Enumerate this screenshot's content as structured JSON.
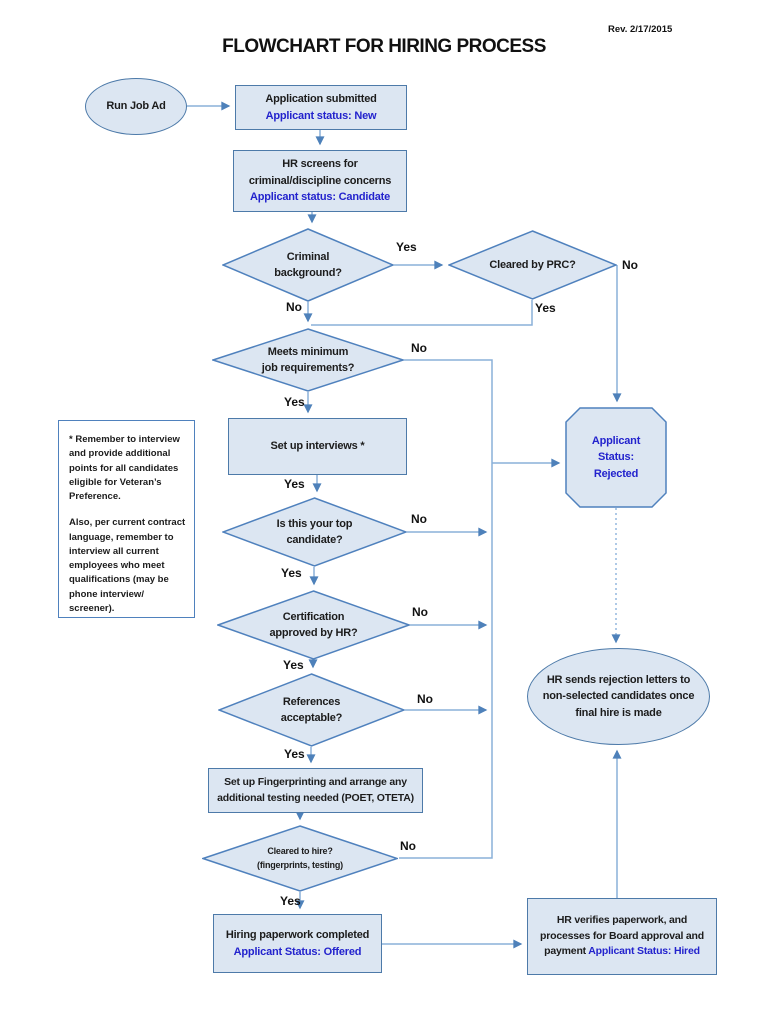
{
  "meta": {
    "title": "FLOWCHART FOR HIRING PROCESS",
    "revision": "Rev. 2/17/2015"
  },
  "edge_labels": {
    "yes": "Yes",
    "no": "No"
  },
  "colors": {
    "shape_fill": "#dce6f2",
    "shape_border": "#4f81bd",
    "connector": "#8ab0d9",
    "arrowhead": "#4e81ba",
    "status_text": "#2323cd"
  },
  "nodes": {
    "run_job_ad": {
      "text": "Run Job Ad"
    },
    "application_submitted": {
      "line1": "Application submitted",
      "status_label": "Applicant status:",
      "status_value": "New"
    },
    "hr_screens": {
      "line1": "HR screens for",
      "line2": "criminal/discipline concerns",
      "status_label": "Applicant status:",
      "status_value": "Candidate"
    },
    "criminal_background": {
      "line1": "Criminal",
      "line2": "background?"
    },
    "cleared_by_prc": {
      "text": "Cleared by PRC?"
    },
    "meets_minimum": {
      "line1": "Meets minimum",
      "line2": "job requirements?"
    },
    "note": {
      "para1": "* Remember to interview and provide additional points for all candidates eligible for Veteran’s Preference.",
      "para2": "Also, per current contract language, remember to interview all current employees who meet qualifications (may be phone interview/ screener)."
    },
    "set_up_interviews": {
      "text": "Set up interviews *"
    },
    "top_candidate": {
      "line1": "Is this your top",
      "line2": "candidate?"
    },
    "certification": {
      "line1": "Certification",
      "line2": "approved by HR?"
    },
    "references": {
      "line1": "References",
      "line2": "acceptable?"
    },
    "fingerprinting": {
      "line1": "Set up Fingerprinting and arrange any",
      "line2": "additional testing needed (POET, OTETA)"
    },
    "cleared_to_hire": {
      "line1": "Cleared to hire?",
      "line2": "(fingerprints, testing)"
    },
    "hiring_paperwork": {
      "line1": "Hiring paperwork completed",
      "status_label": "Applicant Status:",
      "status_value": "Offered"
    },
    "hr_verifies": {
      "line1": "HR verifies paperwork, and",
      "line2": "processes for Board approval and",
      "payment_prefix": "payment",
      "status_label": "Applicant Status:",
      "status_value": "Hired"
    },
    "rejected": {
      "line1": "Applicant",
      "line2": "Status:",
      "line3": "Rejected"
    },
    "hr_sends_rejection": {
      "text": "HR sends rejection letters to non-selected candidates once final hire is made"
    }
  }
}
